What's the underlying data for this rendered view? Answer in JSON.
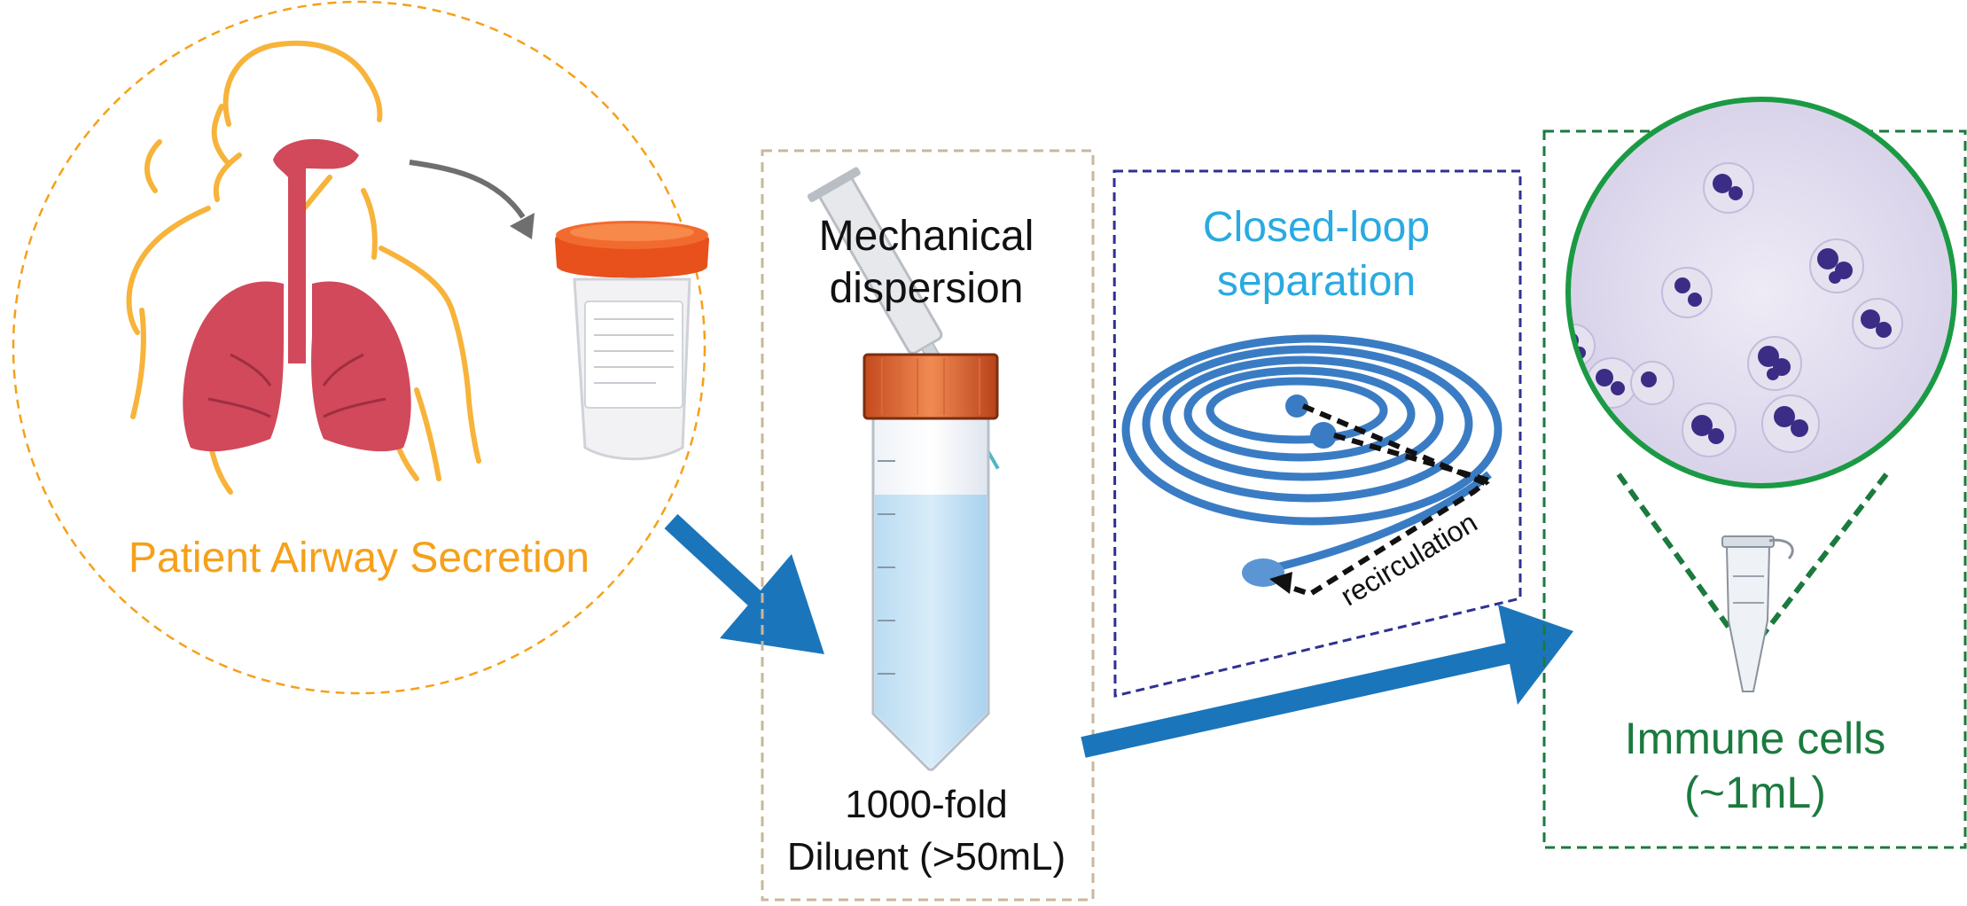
{
  "labels": {
    "patient": "Patient Airway Secretion",
    "mechanical": [
      "Mechanical",
      "dispersion"
    ],
    "diluent": [
      "1000-fold",
      "Diluent (>50mL)"
    ],
    "closed_loop": [
      "Closed-loop",
      "separation"
    ],
    "recirculation": "recirculation",
    "immune": [
      "Immune cells",
      "(~1mL)"
    ]
  },
  "colors": {
    "patient": "#f6a01a",
    "body_outline": "#f7b33a",
    "organs": "#d1495b",
    "flow_arrow": "#1b75bb",
    "panel_tan": "#c9b79c",
    "panel_navy": "#2e3192",
    "channel": "#3a7cc4",
    "loop_text": "#29aae1",
    "immune": "#1b7a3e",
    "cap_orange": "#e8501c",
    "cell_purple": "#3b2d86"
  }
}
